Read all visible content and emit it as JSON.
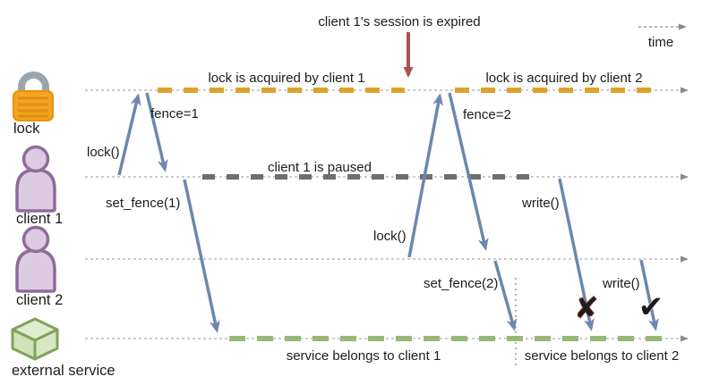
{
  "diagram": {
    "title_annotation": "client 1's session is expired",
    "time_axis_label": "time",
    "lanes": [
      {
        "id": "lock",
        "label": "lock",
        "icon": "padlock-icon",
        "status_labels": [
          "lock is acquired by client 1",
          "lock is acquired by client 2"
        ]
      },
      {
        "id": "client1",
        "label": "client 1",
        "icon": "person-icon",
        "status_labels": [
          "client 1 is paused"
        ]
      },
      {
        "id": "client2",
        "label": "client 2",
        "icon": "person-icon",
        "status_labels": []
      },
      {
        "id": "service",
        "label": "external service",
        "icon": "cube-icon",
        "status_labels": [
          "service belongs to client 1",
          "service belongs to client 2"
        ]
      }
    ],
    "messages": {
      "lock1": "lock()",
      "fence1": "fence=1",
      "set_fence1": "set_fence(1)",
      "lock2": "lock()",
      "fence2": "fence=2",
      "set_fence2": "set_fence(2)",
      "write1": "write()",
      "write2": "write()"
    },
    "icons": {
      "fail_glyph": "✘",
      "success_glyph": "✔"
    },
    "colors": {
      "lock_dash": "#dda32b",
      "paused_dash": "#6e6e6e",
      "service_dash": "#98b878",
      "message_arrow_blue": "#6d87ad",
      "expired_arrow_red": "#a9534e",
      "fail_red": "#b0504a",
      "success_green": "#8bbd60"
    }
  }
}
